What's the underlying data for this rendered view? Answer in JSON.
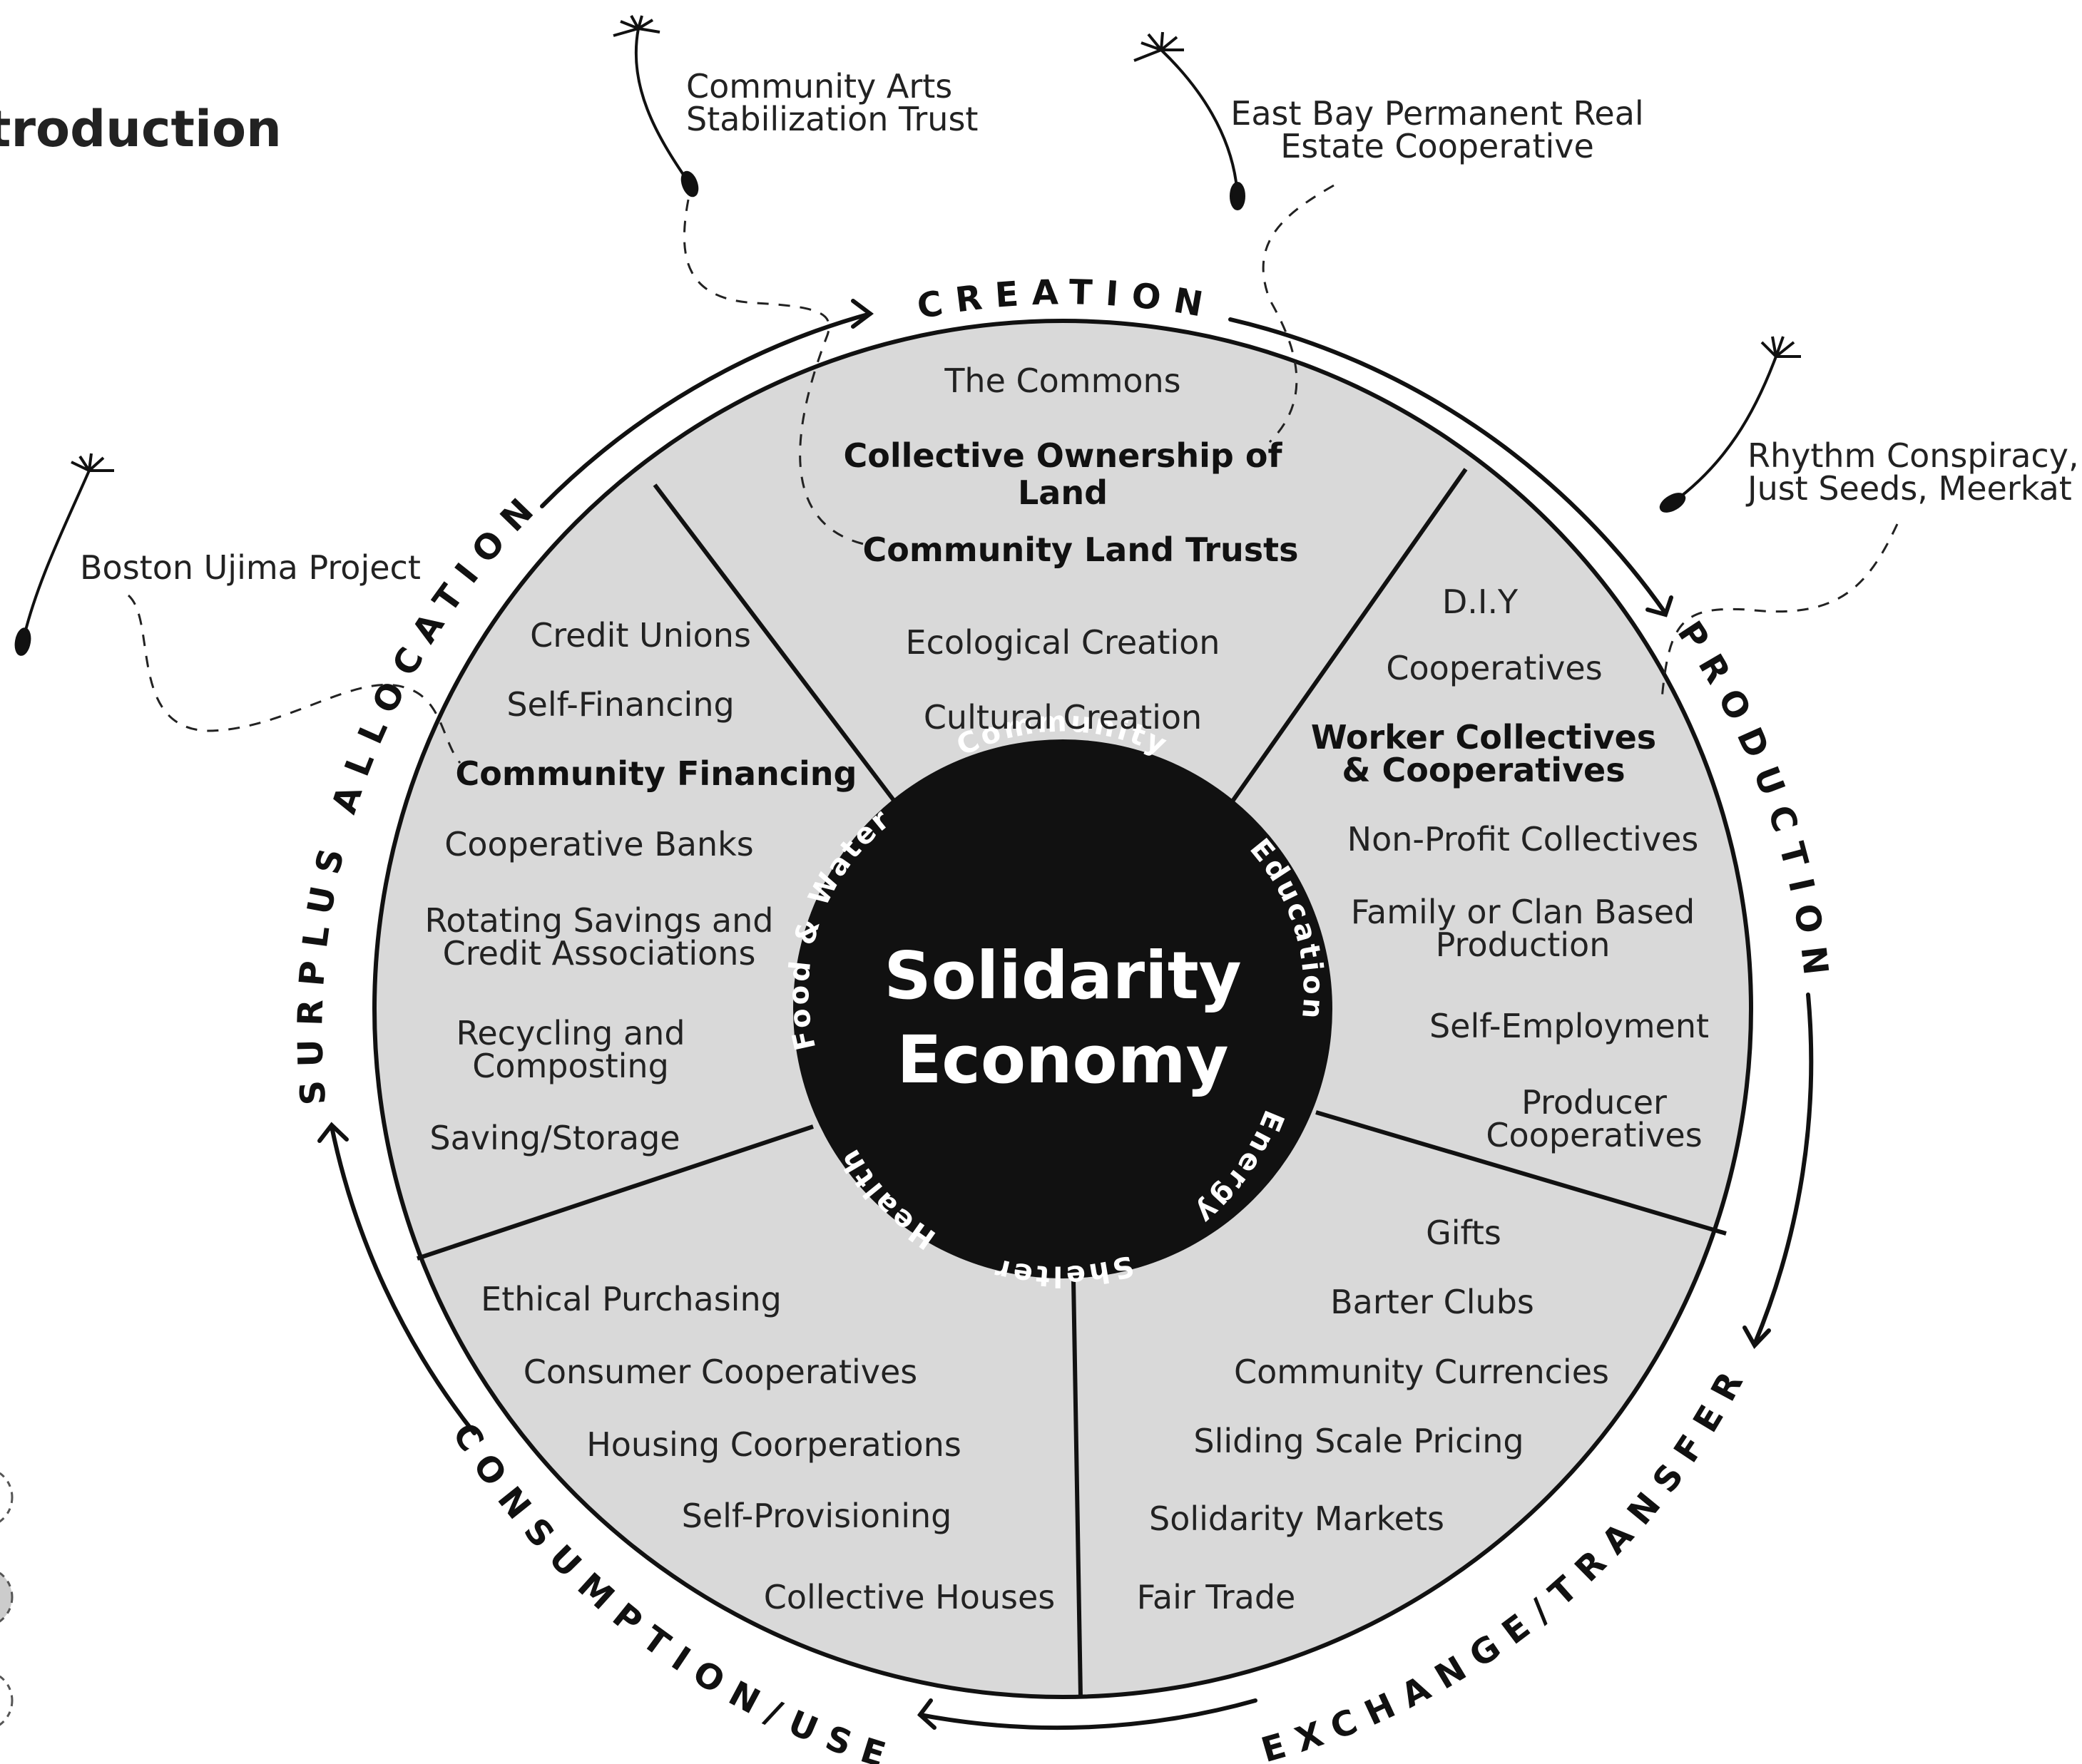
{
  "page": {
    "heading": "troduction"
  },
  "center": {
    "line1": "Solidarity",
    "line2": "Economy"
  },
  "hub_labels": {
    "community": "Community",
    "education": "Education",
    "energy": "Energy",
    "shelter": "Shelter",
    "health": "Health",
    "food_water": "Food & Water"
  },
  "cycle": {
    "creation": "CREATION",
    "production": "PRODUCTION",
    "exchange": "EXCHANGE/TRANSFER",
    "consumption": "CONSUMPTION/USE",
    "surplus": "SURPLUS ALLOCATION"
  },
  "segments": {
    "creation": {
      "items": [
        "The Commons",
        "Collective Ownership of",
        "Land",
        "Community Land Trusts",
        "Ecological Creation",
        "Cultural Creation"
      ]
    },
    "production": {
      "items": [
        "D.I.Y",
        "Cooperatives",
        "Worker Collectives",
        "& Cooperatives",
        "Non-Profit Collectives",
        "Family or Clan Based",
        "Production",
        "Self-Employment",
        "Producer",
        "Cooperatives"
      ]
    },
    "exchange": {
      "items": [
        "Gifts",
        "Barter Clubs",
        "Community Currencies",
        "Sliding Scale Pricing",
        "Solidarity Markets",
        "Fair Trade"
      ]
    },
    "consumption": {
      "items": [
        "Ethical Purchasing",
        "Consumer Cooperatives",
        "Housing Coorperations",
        "Self-Provisioning",
        "Collective Houses"
      ]
    },
    "surplus": {
      "items": [
        "Credit Unions",
        "Self-Financing",
        "Community Financing",
        "Cooperative Banks",
        "Rotating Savings and",
        "Credit Associations",
        "Recycling and",
        "Composting",
        "Saving/Storage"
      ]
    }
  },
  "examples": {
    "arts_line1": "Community Arts",
    "arts_line2": "Stabilization Trust",
    "eastbay_line1": "East Bay Permanent Real",
    "eastbay_line2": "Estate Cooperative",
    "rhythm_line1": "Rhythm Conspiracy,",
    "rhythm_line2": "Just Seeds, Meerkat",
    "boston": "Boston Ujima Project"
  },
  "colors": {
    "segment_fill": "#d9d9d9",
    "center_fill": "#111111",
    "ink": "#111111"
  }
}
